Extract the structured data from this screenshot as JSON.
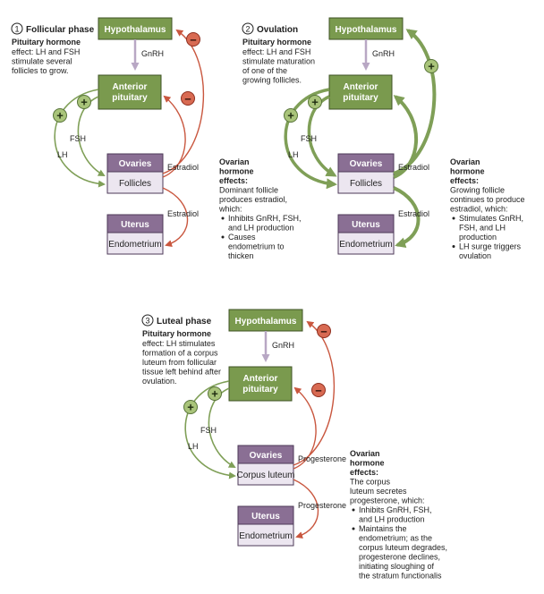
{
  "colors": {
    "hypothalamus_fill": "#7a9a4e",
    "pituitary_fill": "#7a9a4e",
    "organ_header_fill": "#8a6f94",
    "organ_sub_fill": "#ece6f0",
    "positive": "#7f9f57",
    "negative": "#c9573f",
    "gnrh_arrow": "#b8a7c4"
  },
  "icons": {
    "positive": "plus-circle-icon",
    "negative": "minus-circle-icon"
  },
  "symbols": {
    "plus": "+",
    "minus": "–"
  },
  "panels": [
    {
      "num": "1",
      "phase": "Follicular phase",
      "pit_heading": "Pituitary hormone",
      "pit_lines": [
        "effect: LH and FSH",
        "stimulate several",
        "follicles to grow."
      ],
      "hypothalamus": "Hypothalamus",
      "gnrh": "GnRH",
      "anterior": [
        "Anterior",
        "pituitary"
      ],
      "fsh": "FSH",
      "lh": "LH",
      "ovaries": "Ovaries",
      "ovary_sub": "Follicles",
      "hormone_upper": "Estradiol",
      "hormone_lower": "Estradiol",
      "uterus": "Uterus",
      "uterus_sub": "Endometrium",
      "ovarian_heading": [
        "Ovarian",
        "hormone",
        "effects:"
      ],
      "ovarian_text": [
        "Dominant follicle",
        "produces estradiol,",
        "which:"
      ],
      "bullets": [
        [
          "Inhibits GnRH, FSH,",
          "and LH production"
        ],
        [
          "Causes",
          "endometrium to",
          "thicken"
        ]
      ]
    },
    {
      "num": "2",
      "phase": "Ovulation",
      "pit_heading": "Pituitary hormone",
      "pit_lines": [
        "effect: LH and FSH",
        "stimulate maturation",
        "of one of the",
        "growing follicles."
      ],
      "hypothalamus": "Hypothalamus",
      "gnrh": "GnRH",
      "anterior": [
        "Anterior",
        "pituitary"
      ],
      "fsh": "FSH",
      "lh": "LH",
      "ovaries": "Ovaries",
      "ovary_sub": "Follicles",
      "hormone_upper": "Estradiol",
      "hormone_lower": "Estradiol",
      "uterus": "Uterus",
      "uterus_sub": "Endometrium",
      "ovarian_heading": [
        "Ovarian",
        "hormone",
        "effects:"
      ],
      "ovarian_text": [
        "Growing follicle",
        "continues to produce",
        "estradiol, which:"
      ],
      "bullets": [
        [
          "Stimulates GnRH,",
          "FSH, and LH",
          "production"
        ],
        [
          "LH surge triggers",
          "ovulation"
        ]
      ]
    },
    {
      "num": "3",
      "phase": "Luteal phase",
      "pit_heading": "Pituitary hormone",
      "pit_lines": [
        "effect: LH stimulates",
        "formation of a corpus",
        "luteum from follicular",
        "tissue left behind after",
        "ovulation."
      ],
      "hypothalamus": "Hypothalamus",
      "gnrh": "GnRH",
      "anterior": [
        "Anterior",
        "pituitary"
      ],
      "fsh": "FSH",
      "lh": "LH",
      "ovaries": "Ovaries",
      "ovary_sub": "Corpus luteum",
      "hormone_upper": "Progesterone",
      "hormone_lower": "Progesterone",
      "uterus": "Uterus",
      "uterus_sub": "Endometrium",
      "ovarian_heading": [
        "Ovarian",
        "hormone",
        "effects:"
      ],
      "ovarian_text": [
        "The corpus",
        "luteum secretes",
        "progesterone, which:"
      ],
      "bullets": [
        [
          "Inhibits GnRH, FSH,",
          "and LH production"
        ],
        [
          "Maintains the",
          "endometrium; as the",
          "corpus luteum degrades,",
          "progesterone declines,",
          "initiating sloughing of",
          "the stratum functionalis"
        ]
      ]
    }
  ]
}
